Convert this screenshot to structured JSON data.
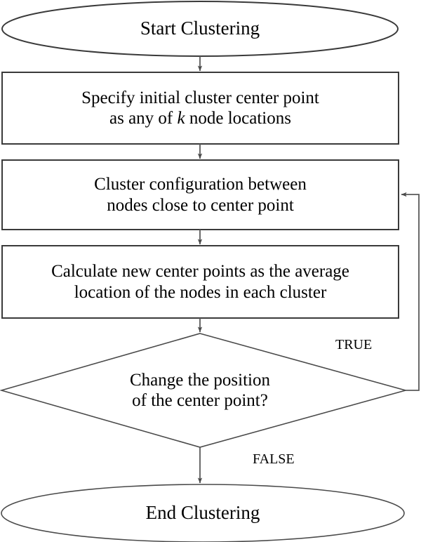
{
  "diagram": {
    "title": "Start Clustering",
    "type": "flowchart",
    "orientation": "top-to-bottom",
    "accent_color": "#000000",
    "line_color": "#5a5a5a",
    "shape_stroke_color": "#3a3a3a",
    "background_color": "#ffffff"
  },
  "nodes": [
    {
      "id": "start",
      "shape": "terminal-ellipse",
      "label": "Start Clustering",
      "line1": "Start Clustering",
      "line2": ""
    },
    {
      "id": "specify-initial",
      "shape": "process-rect",
      "label": "Specify initial cluster center point as any of k node locations",
      "line1": "Specify initial cluster center point",
      "line2_pre": "as any of ",
      "line2_italic": "k",
      "line2_post": " node locations"
    },
    {
      "id": "cluster-configuration",
      "shape": "process-rect",
      "label": "Cluster configuration between nodes close to center point",
      "line1": "Cluster configuration between",
      "line2": "nodes close to center point"
    },
    {
      "id": "calculate-centers",
      "shape": "process-rect",
      "label": "Calculate new center points as the average location of the nodes in each cluster",
      "line1": "Calculate new center points as the average",
      "line2": "location of the nodes in each cluster"
    },
    {
      "id": "change-position-decision",
      "shape": "decision-diamond",
      "label": "Change the position of the center point?",
      "line1": "Change the position",
      "line2": "of the center point?"
    },
    {
      "id": "end",
      "shape": "terminal-ellipse",
      "label": "End Clustering",
      "line1": "End Clustering",
      "line2": ""
    }
  ],
  "edges": [
    {
      "id": "e1",
      "from": "start",
      "to": "specify-initial",
      "label": ""
    },
    {
      "id": "e2",
      "from": "specify-initial",
      "to": "cluster-configuration",
      "label": ""
    },
    {
      "id": "e3",
      "from": "cluster-configuration",
      "to": "calculate-centers",
      "label": ""
    },
    {
      "id": "e4",
      "from": "calculate-centers",
      "to": "change-position-decision",
      "label": ""
    },
    {
      "id": "e5",
      "from": "change-position-decision",
      "to": "cluster-configuration",
      "label": "TRUE"
    },
    {
      "id": "e6",
      "from": "change-position-decision",
      "to": "end",
      "label": "FALSE"
    }
  ],
  "edge_labels": {
    "true_branch": "TRUE",
    "false_branch": "FALSE"
  }
}
